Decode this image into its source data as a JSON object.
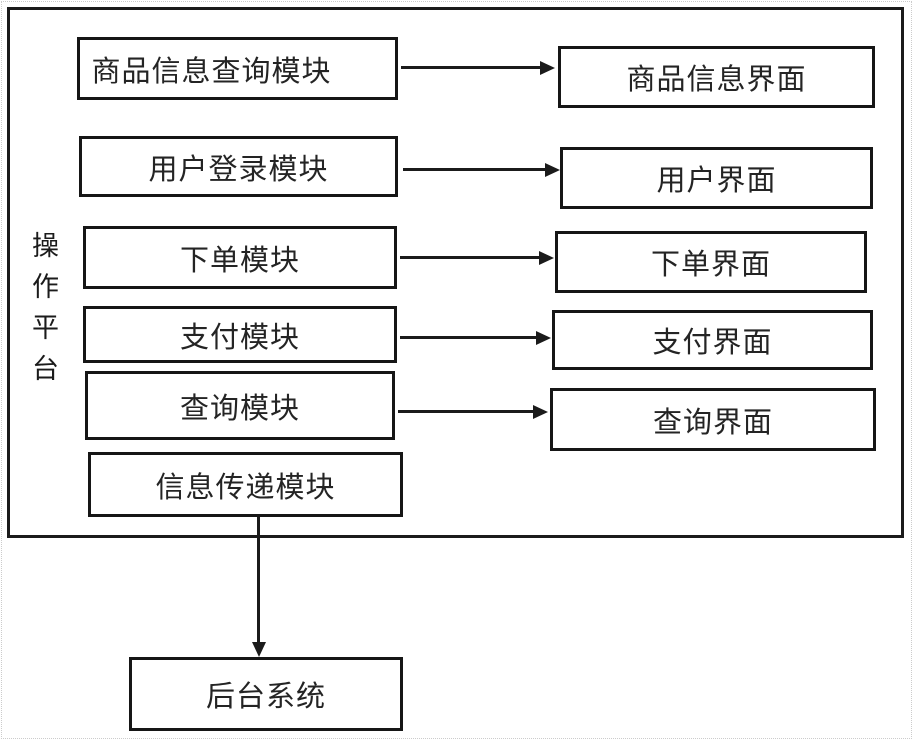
{
  "diagram": {
    "platform_label": "操作平台",
    "modules": [
      {
        "label": "商品信息查询模块"
      },
      {
        "label": "用户登录模块"
      },
      {
        "label": "下单模块"
      },
      {
        "label": "支付模块"
      },
      {
        "label": "查询模块"
      },
      {
        "label": "信息传递模块"
      }
    ],
    "interfaces": [
      {
        "label": "商品信息界面"
      },
      {
        "label": "用户界面"
      },
      {
        "label": "下单界面"
      },
      {
        "label": "支付界面"
      },
      {
        "label": "查询界面"
      }
    ],
    "backend": {
      "label": "后台系统"
    },
    "connections": [
      {
        "from": "商品信息查询模块",
        "to": "商品信息界面"
      },
      {
        "from": "用户登录模块",
        "to": "用户界面"
      },
      {
        "from": "下单模块",
        "to": "下单界面"
      },
      {
        "from": "支付模块",
        "to": "支付界面"
      },
      {
        "from": "查询模块",
        "to": "查询界面"
      },
      {
        "from": "信息传递模块",
        "to": "后台系统"
      }
    ],
    "colors": {
      "ink": "#1b1b1b",
      "box_bg": "#ffffff",
      "page_bg": "#ffffff"
    }
  }
}
